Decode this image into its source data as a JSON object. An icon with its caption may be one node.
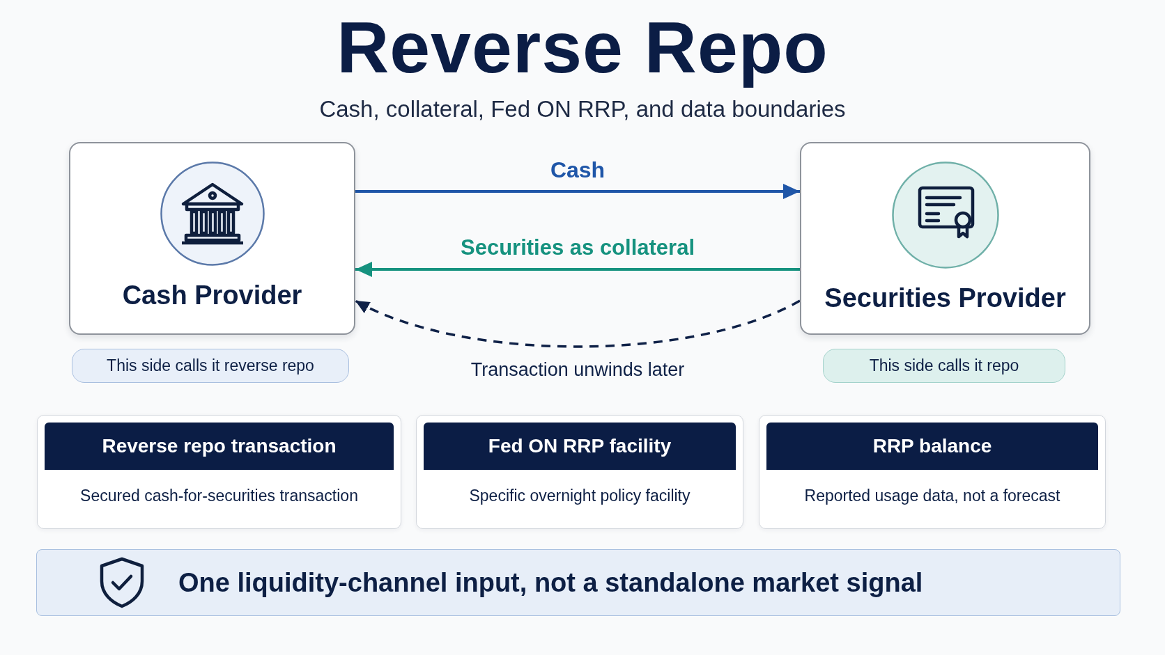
{
  "diagram": {
    "title": "Reverse Repo",
    "nodes": [
      {
        "text": [
          "Cash Provider"
        ]
      },
      {
        "text": [
          "Securities Provider"
        ]
      },
      {
        "text": [
          "This side calls it reverse repo"
        ]
      },
      {
        "text": [
          "This side calls it repo"
        ]
      },
      {
        "text": [
          "Reverse repo transaction",
          "Secured cash-for-securities transaction"
        ]
      },
      {
        "text": [
          "Fed ON RRP facility",
          "Specific overnight policy facility"
        ]
      },
      {
        "text": [
          "RRP balance",
          "Reported usage data, not a forecast"
        ]
      },
      {
        "text": [
          "One liquidity-channel input, not a standalone market signal"
        ]
      }
    ],
    "edges": [
      {
        "from": 0,
        "to": 1,
        "arrow": "to",
        "label": "Cash",
        "color": "#1f56a8"
      },
      {
        "from": 1,
        "to": 0,
        "arrow": "to",
        "label": "Securities as collateral",
        "color": "#16927f"
      },
      {
        "from": 1,
        "to": 0,
        "arrow": "to",
        "label": "Transaction unwinds later",
        "style": "dashed",
        "color": "#0f2147"
      }
    ],
    "labels": [
      "Cash, collateral, Fed ON RRP, and data boundaries"
    ]
  }
}
